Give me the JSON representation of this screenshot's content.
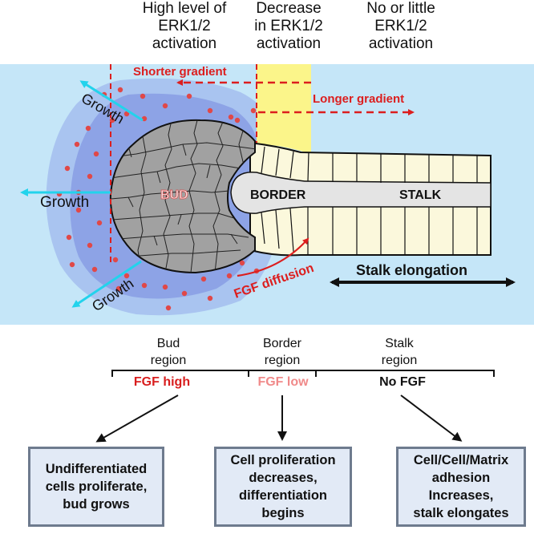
{
  "headers": [
    {
      "lines": [
        "High level of",
        "ERK1/2",
        "activation"
      ]
    },
    {
      "lines": [
        "Decrease",
        "in ERK1/2",
        "activation"
      ]
    },
    {
      "lines": [
        "No or little",
        "ERK1/2",
        "activation"
      ]
    }
  ],
  "diagram": {
    "shorter_gradient": "Shorter gradient",
    "longer_gradient": "Longer gradient",
    "growth_label": "Growth",
    "bud_label": "BUD",
    "border_label": "BORDER",
    "stalk_label": "STALK",
    "fgf_diffusion": "FGF diffusion",
    "stalk_elongation": "Stalk elongation"
  },
  "regions": [
    {
      "lines": [
        "Bud",
        "region"
      ],
      "fgf": "FGF high",
      "fgf_color": "#d81e1e",
      "outcome": [
        "Undifferentiated",
        "cells proliferate,",
        "bud grows"
      ]
    },
    {
      "lines": [
        "Border",
        "region"
      ],
      "fgf": "FGF low",
      "fgf_color": "#f08a8a",
      "outcome": [
        "Cell proliferation",
        "decreases,",
        "differentiation",
        "begins"
      ]
    },
    {
      "lines": [
        "Stalk",
        "region"
      ],
      "fgf": "No FGF",
      "fgf_color": "#111111",
      "outcome": [
        "Cell/Cell/Matrix",
        "adhesion",
        "Increases,",
        "stalk elongates"
      ]
    }
  ],
  "colors": {
    "background": "#c5e6f8",
    "halo_outer": "#a9c4f0",
    "halo_inner": "#8da3e6",
    "bud_cells": "#a1a1a1",
    "stalk_cells": "#fbf8dc",
    "border_zone": "#fbf58a",
    "red": "#dc1e1e",
    "arrow_cyan": "#22d3ec",
    "box_fill": "#e2eaf6",
    "box_border": "#6e7b8e"
  }
}
